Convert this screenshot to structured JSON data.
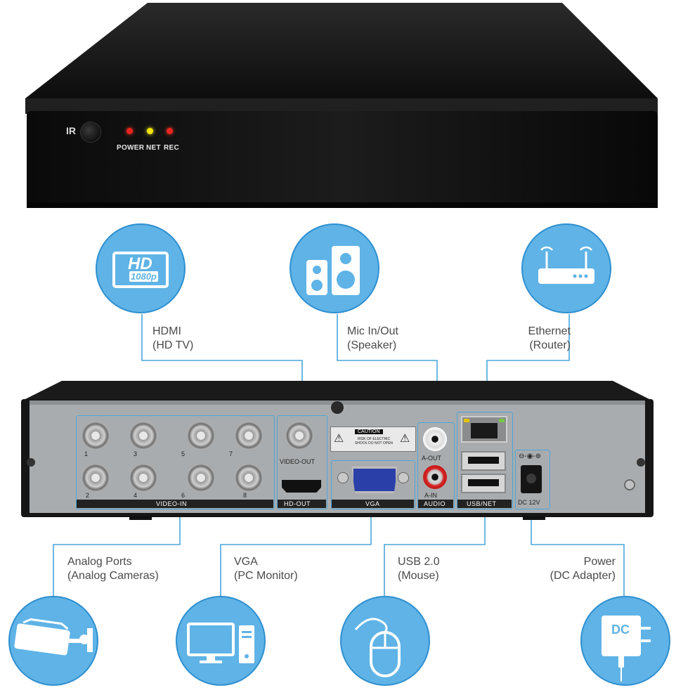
{
  "front_panel": {
    "ir_label": "IR",
    "leds": [
      {
        "label": "POWER",
        "color": "#e8251e"
      },
      {
        "label": "NET",
        "color": "#f2e600"
      },
      {
        "label": "REC",
        "color": "#e8251e"
      }
    ]
  },
  "hd_icon": {
    "line1": "HD",
    "line2": "1080p"
  },
  "dc_icon": {
    "text": "DC"
  },
  "callouts": {
    "hdmi": {
      "line1": "HDMI",
      "line2": "(HD TV)"
    },
    "mic": {
      "line1": "Mic In/Out",
      "line2": "(Speaker)"
    },
    "ethernet": {
      "line1": "Ethernet",
      "line2": "(Router)"
    },
    "analog": {
      "line1": "Analog Ports",
      "line2": "(Analog Cameras)"
    },
    "vga": {
      "line1": "VGA",
      "line2": "(PC Monitor)"
    },
    "usb": {
      "line1": "USB 2.0",
      "line2": "(Mouse)"
    },
    "power": {
      "line1": "Power",
      "line2": "(DC Adapter)"
    }
  },
  "back_panel": {
    "video_in_label": "VIDEO-IN",
    "channel_numbers": [
      "1",
      "3",
      "5",
      "7",
      "2",
      "4",
      "6",
      "8"
    ],
    "video_out_label": "VIDEO-OUT",
    "hd_out_label": "HD-OUT",
    "vga_label": "VGA",
    "audio_label": "AUDIO",
    "a_out_label": "A-OUT",
    "a_in_label": "A-IN",
    "usb_net_label": "USB/NET",
    "dc_label": "DC 12V",
    "caution_title": "CAUTION",
    "caution_text": "RISK OF ELECTRIC SHOCK DO NOT OPEN"
  },
  "colors": {
    "accent": "#5fb3e6",
    "accent_dark": "#2f8fcf",
    "line": "#4aa6dc",
    "panel_gray": "#a9acae",
    "case_black": "#151515"
  }
}
